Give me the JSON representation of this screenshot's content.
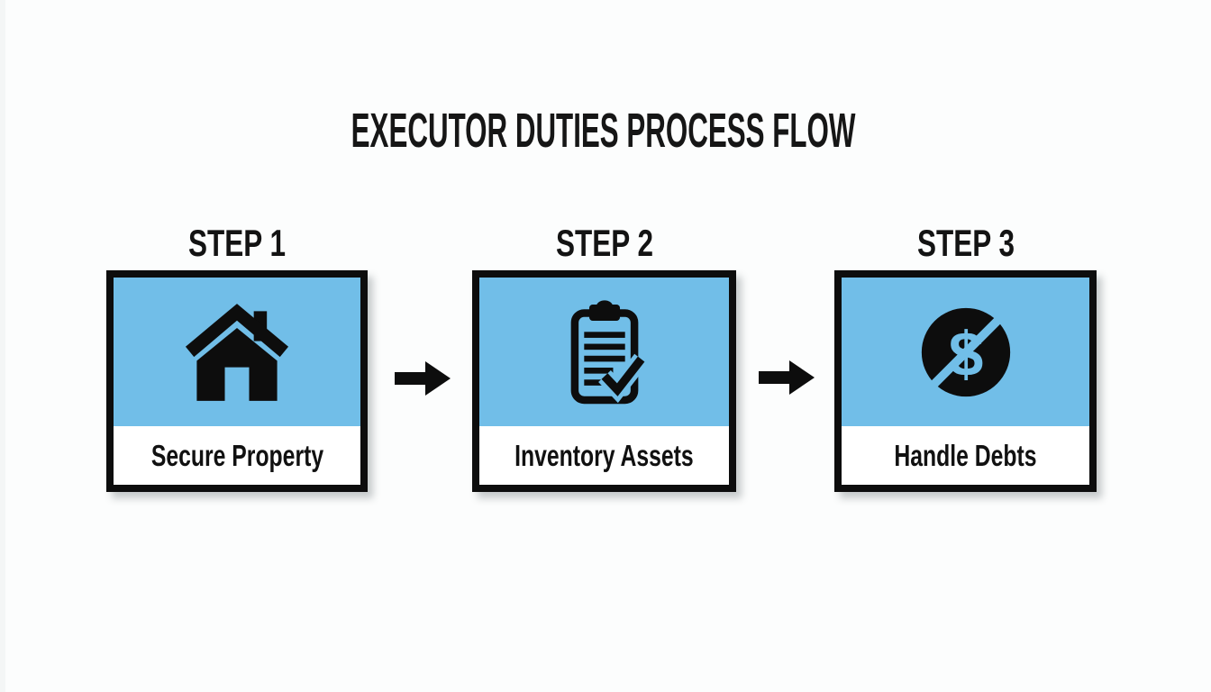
{
  "title": "EXECUTOR DUTIES PROCESS FLOW",
  "colors": {
    "accent_blue": "#71BEE8",
    "ink_black": "#0d0d0d",
    "panel_white": "#ffffff",
    "background": "#fcfdfd"
  },
  "steps": [
    {
      "step_label": "STEP 1",
      "name": "Secure Property",
      "icon": "house-icon"
    },
    {
      "step_label": "STEP 2",
      "name": "Inventory Assets",
      "icon": "clipboard-check-icon"
    },
    {
      "step_label": "STEP 3",
      "name": "Handle Debts",
      "icon": "no-money-icon"
    }
  ],
  "connectors": [
    {
      "icon": "arrow-right-icon"
    },
    {
      "icon": "arrow-right-icon"
    }
  ]
}
